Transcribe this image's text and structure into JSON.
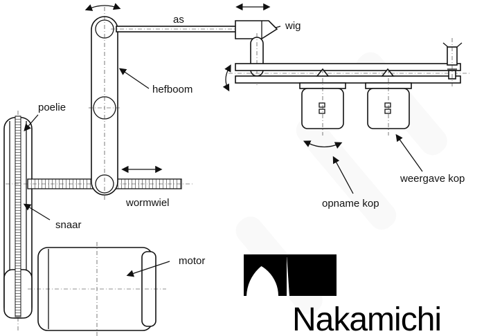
{
  "labels": {
    "as": "as",
    "wig": "wig",
    "hefboom": "hefboom",
    "poelie": "poelie",
    "wormwiel": "wormwiel",
    "snaar": "snaar",
    "motor": "motor",
    "opname_kop": "opname kop",
    "weergave_kop": "weergave kop"
  },
  "logo": {
    "text": "Nakamichi"
  },
  "colors": {
    "ink": "#111111",
    "background": "#ffffff"
  }
}
